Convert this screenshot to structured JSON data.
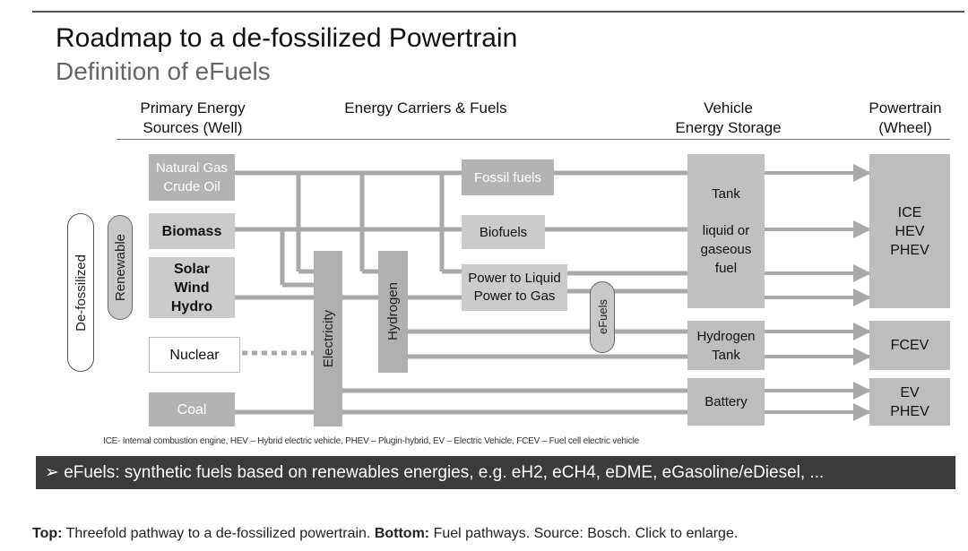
{
  "slide": {
    "title": "Roadmap to a de-fossilized Powertrain",
    "subtitle": "Definition of eFuels"
  },
  "headers": {
    "primary_line1": "Primary Energy",
    "primary_line2": "Sources (Well)",
    "carriers": "Energy Carriers  &  Fuels",
    "storage_line1": "Vehicle",
    "storage_line2": "Energy Storage",
    "powertrain_line1": "Powertrain",
    "powertrain_line2": "(Wheel)"
  },
  "labels": {
    "defossilized": "De-fossilized",
    "renewable": "Renewable"
  },
  "sources": {
    "natural_gas_line1": "Natural Gas",
    "natural_gas_line2": "Crude Oil",
    "biomass": "Biomass",
    "solar": "Solar",
    "wind": "Wind",
    "hydro": "Hydro",
    "nuclear": "Nuclear",
    "coal": "Coal"
  },
  "carriers": {
    "electricity": "Electricity",
    "hydrogen": "Hydrogen",
    "fossil_fuels": "Fossil fuels",
    "biofuels": "Biofuels",
    "ptl_line1": "Power to Liquid",
    "ptl_line2": "Power to Gas",
    "efuels": "eFuels"
  },
  "storage": {
    "tank": "Tank",
    "tank_desc_line1": "liquid or",
    "tank_desc_line2": "gaseous",
    "tank_desc_line3": "fuel",
    "hydrogen_tank_line1": "Hydrogen",
    "hydrogen_tank_line2": "Tank",
    "battery": "Battery"
  },
  "powertrain": {
    "ice": "ICE",
    "hev": "HEV",
    "phev": "PHEV",
    "fcev": "FCEV",
    "ev": "EV",
    "phev2": "PHEV"
  },
  "legend": "ICE- Internal combustion engine, HEV – Hybrid electric vehicle, PHEV – Plugin-hybrid, EV – Electric Vehicle,  FCEV – Fuel cell electric vehicle",
  "banner": "➢  eFuels: synthetic fuels based on renewables energies, e.g. eH2, eCH4, eDME, eGasoline/eDiesel, ...",
  "caption": {
    "top_label": "Top:",
    "top_text": " Threefold pathway to a de-fossilized powertrain. ",
    "bottom_label": "Bottom:",
    "bottom_text": " Fuel pathways. Source: Bosch. Click to enlarge."
  }
}
